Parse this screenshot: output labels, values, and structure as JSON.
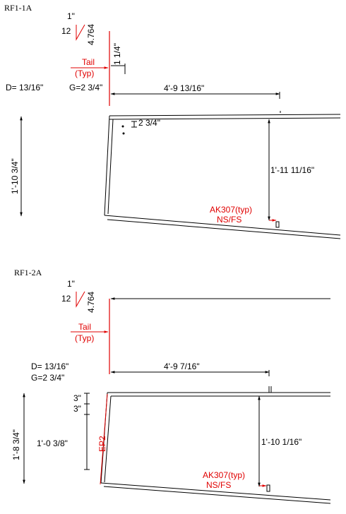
{
  "colors": {
    "ink": "#000000",
    "red": "#e00000"
  },
  "sheets": [
    {
      "id": "RF1-1A",
      "title": "RF1-1A",
      "slope_rise": "1\"",
      "slope_run": "12",
      "slope_hyp": "4.764",
      "tail_label": "Tail",
      "typ_label": "(Typ)",
      "tail_dim": "1 1/4\"",
      "d_label": "D= 13/16\"",
      "g_label": "G=2 3/4\"",
      "horiz_dim": "4'-9 13/16\"",
      "hole_dim": "2 3/4\"",
      "height_dim": "1'-10 3/4\"",
      "inner_dim": "1'-11 11/16\"",
      "clip_label": "AK307(typ)",
      "side_label": "NS/FS"
    },
    {
      "id": "RF1-2A",
      "title": "RF1-2A",
      "slope_rise": "1\"",
      "slope_run": "12",
      "slope_hyp": "4.764",
      "tail_label": "Tail",
      "typ_label": "(Typ)",
      "d_label": "D= 13/16\"",
      "g_label": "G=2 3/4\"",
      "horiz_dim": "4'-9 7/16\"",
      "bolt_dim_1": "3\"",
      "bolt_dim_2": "3\"",
      "plate_dim": "1'-0 3/8\"",
      "plate_label": "EP2",
      "height_dim": "1'-8 3/4\"",
      "inner_dim": "1'-10 1/16\"",
      "clip_label": "AK307(typ)",
      "side_label": "NS/FS"
    }
  ]
}
